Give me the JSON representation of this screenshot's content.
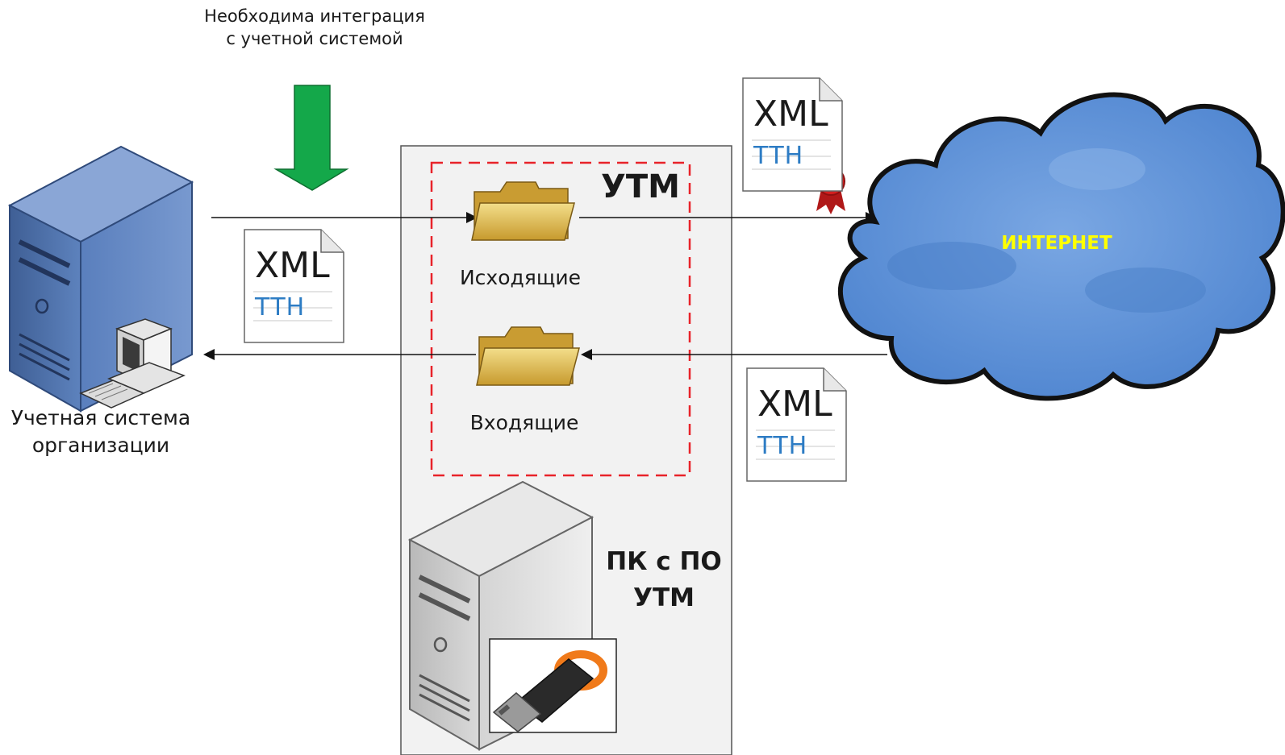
{
  "labels": {
    "integration_note": "Необходима интеграция с учетной системой",
    "accounting_system": "Учетная система организации",
    "outgoing": "Исходящие",
    "incoming": "Входящие",
    "utm_title": "УТМ",
    "pc_with_utm": "ПК с ПО УТМ",
    "internet": "ИНТЕРНЕТ"
  },
  "documents": [
    {
      "format": "XML",
      "type": "ТТН"
    },
    {
      "format": "XML",
      "type": "ТТН"
    },
    {
      "format": "XML",
      "type": "ТТН"
    }
  ],
  "colors": {
    "server_blue": "#4a6fa8",
    "cloud_blue": "#5b8fd6",
    "arrow_green": "#14a84a",
    "dashed_red": "#e8232a",
    "utm_panel": "#f2f2f2",
    "folder_gold": "#d8b44a",
    "token_orange": "#f07a1a",
    "seal_red": "#d42020"
  },
  "icons": [
    "server-icon",
    "workstation-icon",
    "folder-icon",
    "document-icon",
    "cloud-icon",
    "usb-token-icon",
    "seal-icon",
    "down-arrow-icon"
  ]
}
